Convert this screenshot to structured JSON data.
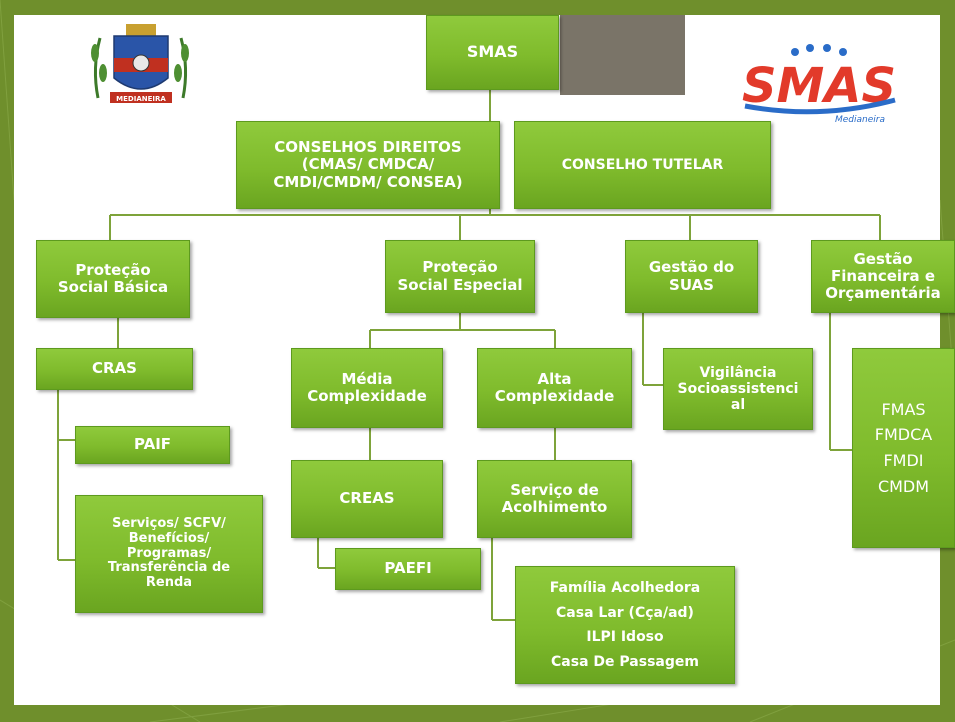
{
  "top": {
    "smas": "SMAS"
  },
  "councils": {
    "line1": "CONSELHOS DIREITOS",
    "line2": "(CMAS/ CMDCA/",
    "line3": "CMDI/CMDM/ CONSEA)"
  },
  "tutelar": "CONSELHO TUTELAR",
  "level1": {
    "basica": [
      "Proteção",
      "Social Básica"
    ],
    "especial": [
      "Proteção",
      "Social Especial"
    ],
    "gestao_suas": [
      "Gestão do",
      "SUAS"
    ],
    "financeira": [
      "Gestão",
      "Financeira e",
      "Orçamentária"
    ]
  },
  "basica_branch": {
    "cras": "CRAS",
    "paif": "PAIF",
    "servicos": [
      "Serviços/ SCFV/",
      "Benefícios/",
      "Programas/",
      "Transferência de",
      "Renda"
    ]
  },
  "especial_branch": {
    "media": [
      "Média",
      "Complexidade"
    ],
    "alta": [
      "Alta",
      "Complexidade"
    ],
    "creas": "CREAS",
    "paefi": "PAEFI",
    "acolhimento": [
      "Serviço de",
      "Acolhimento"
    ],
    "alta_list": [
      "Família Acolhedora",
      "Casa Lar (Cça/ad)",
      "ILPI Idoso",
      "Casa De Passagem"
    ]
  },
  "vigilancia": [
    "Vigilância",
    "Socioassistenci",
    "al"
  ],
  "funds": [
    "FMAS",
    "FMDCA",
    "FMDI",
    "CMDM"
  ],
  "logos": {
    "crest_banner": "MEDIANEIRA",
    "smas_logo": "SMAS",
    "smas_sub": "Medianeira"
  },
  "colors": {
    "box": "#7fbb2c",
    "line": "#7ea33a",
    "background": "#6f8f2c"
  }
}
